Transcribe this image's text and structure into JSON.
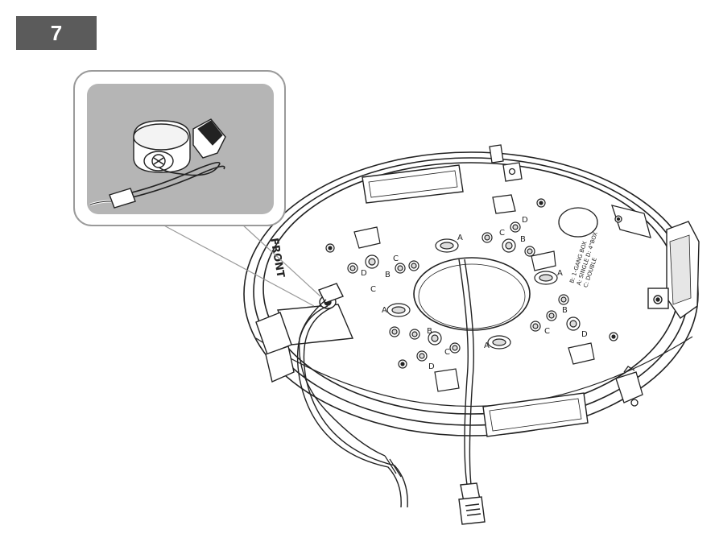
{
  "step": {
    "number": "7"
  },
  "figure": {
    "front_label": "FRONT",
    "hole_labels": {
      "a_left": "A",
      "a_mid": "A",
      "a_right": "A",
      "a_top": "A",
      "b1": "B",
      "b2": "B",
      "b3": "B",
      "b4": "B",
      "c1": "C",
      "c2": "C",
      "c3": "C",
      "c4": "C",
      "c5": "C",
      "d1": "D",
      "d2": "D",
      "d3": "D",
      "d4": "D"
    },
    "mount_text": {
      "line1": "B: 1-GANG BOX",
      "line2": "A: SINGLE  D: 4\"BOX",
      "line3": "C: DOUBLE"
    }
  }
}
